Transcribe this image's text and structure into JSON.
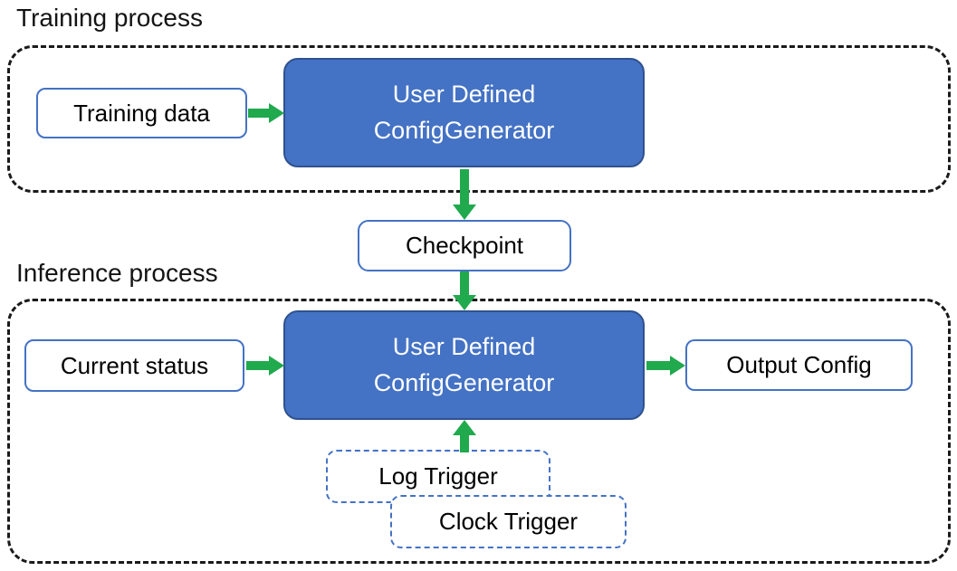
{
  "colors": {
    "node_fill": "#4472C4",
    "node_stroke": "#2F528F",
    "node_text": "#ffffff",
    "box_stroke": "#4472C4",
    "arrow": "#21A94E",
    "outline": "#1a1a1a",
    "label_text": "#141414"
  },
  "training": {
    "section_label": "Training process",
    "training_data_label": "Training data",
    "generator_line1": "User Defined",
    "generator_line2": "ConfigGenerator"
  },
  "checkpoint_label": "Checkpoint",
  "inference": {
    "section_label": "Inference process",
    "current_status_label": "Current status",
    "generator_line1": "User Defined",
    "generator_line2": "ConfigGenerator",
    "output_config_label": "Output Config",
    "log_trigger_label": "Log Trigger",
    "clock_trigger_label": "Clock Trigger"
  }
}
